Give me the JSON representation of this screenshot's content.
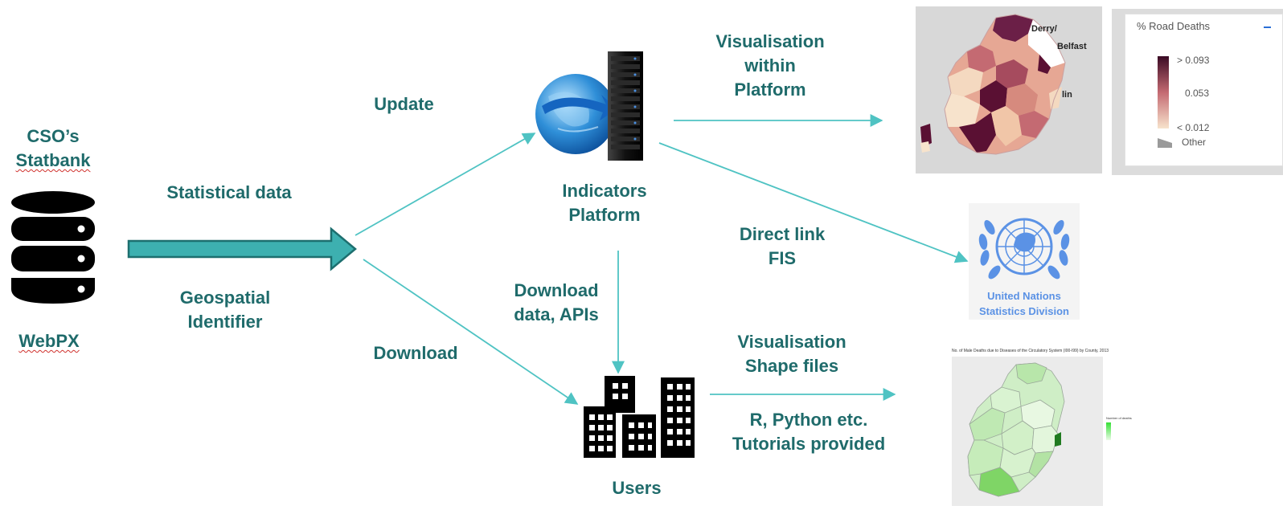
{
  "source": {
    "title_line1": "CSO’s",
    "title_line2": "Statbank",
    "bottom_label": "WebPX"
  },
  "left_flow": {
    "top_label": "Statistical data",
    "bottom_line1": "Geospatial",
    "bottom_line2": "Identifier"
  },
  "branches": {
    "update_label": "Update",
    "download_label": "Download"
  },
  "platform": {
    "line1": "Indicators",
    "line2": "Platform"
  },
  "download_apis": {
    "line1": "Download",
    "line2": "data, APIs"
  },
  "users": {
    "label": "Users"
  },
  "vis_platform": {
    "line1": "Visualisation",
    "line2": "within",
    "line3": "Platform"
  },
  "direct_link": {
    "line1": "Direct link",
    "line2": "FIS"
  },
  "vis_shape": {
    "line1": "Visualisation",
    "line2": "Shape files"
  },
  "tutorials": {
    "line1": "R, Python etc.",
    "line2": "Tutorials provided"
  },
  "road_map": {
    "label_derry": "Derry/",
    "label_belfast": "Belfast",
    "label_dublin": "lin"
  },
  "road_legend": {
    "title": "% Road Deaths",
    "high": "> 0.093",
    "mid": "0.053",
    "low": "< 0.012",
    "other": "Other"
  },
  "un": {
    "line1": "United Nations",
    "line2": "Statistics Division"
  },
  "green_map": {
    "title": "No. of Male Deaths due to Diseases of the Circulatory System (I00-I99) by County, 2013",
    "legend_title": "Number of deaths"
  },
  "colors": {
    "label_text": "#1f6b6b",
    "arrow": "#4fc3c3",
    "thick_arrow_fill": "#3db0b0",
    "thick_arrow_stroke": "#1d6f6f",
    "un_blue": "#5b92e5"
  },
  "icons": [
    "database-icon",
    "server-globe-icon",
    "buildings-icon",
    "un-emblem-icon"
  ]
}
